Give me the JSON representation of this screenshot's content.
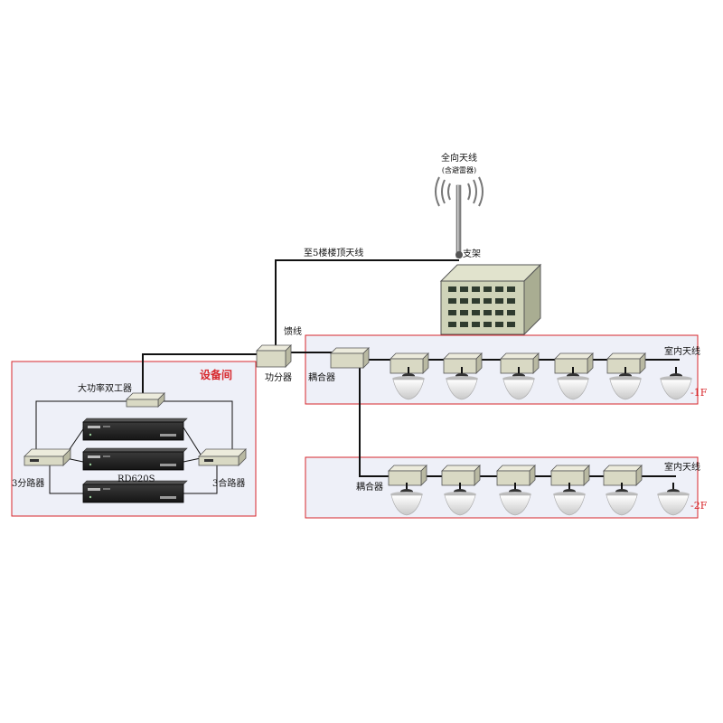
{
  "labels": {
    "omni_antenna": "全向天线",
    "omni_antenna_sub": "(含避雷器)",
    "bracket": "支架",
    "to_roof": "至5楼楼顶天线",
    "feeder": "馈线",
    "power_splitter": "功分器",
    "coupler_1f": "耦合器",
    "coupler_2f": "耦合器",
    "indoor_antenna_1f": "室内天线",
    "indoor_antenna_2f": "室内天线",
    "floor_1f": "-1F",
    "floor_2f": "-2F",
    "equipment_room": "设备间",
    "duplexer": "大功率双工器",
    "splitter3": "3分路器",
    "combiner3": "3合路器",
    "repeater_model": "RD620S"
  },
  "colors": {
    "frame_red": "#d7262b",
    "panel_fill": "#eef0f8",
    "device_box": "#d9d9c4",
    "building": "#cfd3b8",
    "cable": "#111111"
  }
}
